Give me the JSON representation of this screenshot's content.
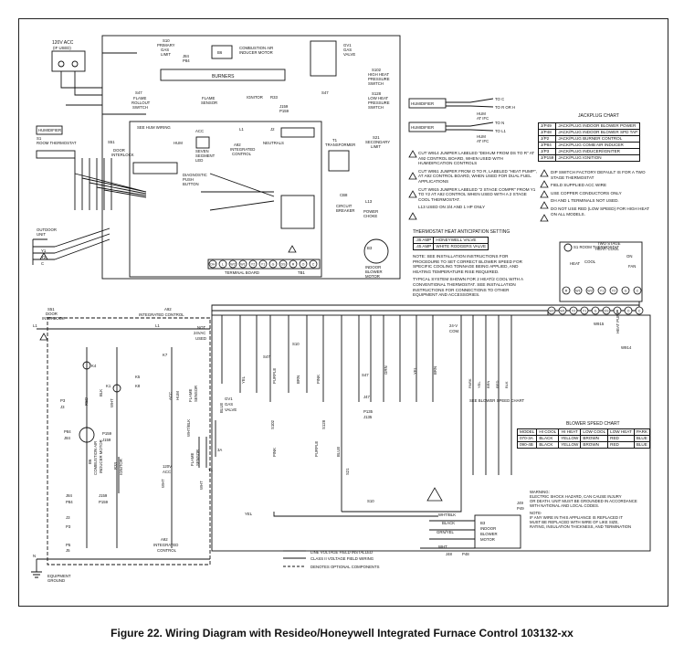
{
  "caption": "Figure 22. Wiring Diagram with Resideo/Honeywell Integrated Furnace Control 103132-xx",
  "labels": {
    "acc120": "120V ACC",
    "ifused": "(IF USED)",
    "s10": "S10",
    "s10b": "PRIMARY",
    "s10c": "GAS",
    "s10d": "LIMIT",
    "j84p84": "J84",
    "p84": "P84",
    "b6": "B6",
    "b6label": "COMBUSTION AIR",
    "b6label2": "INDUCER MOTOR",
    "burners": "BURNERS",
    "s47": "S47",
    "flamerollout": "FLAME",
    "flamerollout2": "ROLLOUT",
    "flamerollout3": "SWITCH",
    "flamesensor": "FLAME",
    "flamesensor2": "SENSOR",
    "ignitor": "IGNITOR",
    "r33": "R33",
    "gv1": "GV1",
    "gv1b": "GAS",
    "gv1c": "VALVE",
    "s102": "S102",
    "s102b": "HIGH HEAT",
    "s102c": "PRESSURE",
    "s102d": "SWITCH",
    "s128": "S128",
    "s128b": "LOW HEAT",
    "s128c": "PRESSURE",
    "s128d": "SWITCH",
    "j159": "J159",
    "p159": "P159",
    "humidifier": "HUMIDIFIER",
    "seehum": "SEE HUM WIRING",
    "s51": "S51",
    "doorinterlock": "DOOR",
    "doorinterlock2": "INTERLOCK",
    "hum": "HUM",
    "acc": "ACC",
    "sevenseg": "SEVEN",
    "sevenseg2": "SEGMENT",
    "sevenseg3": "LED",
    "a92": "A92",
    "integrated": "INTEGRATED",
    "control": "CONTROL",
    "l1": "L1",
    "j2": "J2",
    "neutrals": "NEUTRALS",
    "diag": "DIAGNOSTIC",
    "diag2": "PUSH",
    "diag3": "BUTTON",
    "t1": "T1",
    "transformer": "TRANSFORMER",
    "s21": "S21",
    "secondary": "SECONDARY",
    "limit": "LIMIT",
    "cb8": "CB8",
    "circuit": "CIRCUIT",
    "breaker": "BREAKER",
    "l13": "L13",
    "powerchoke": "POWER",
    "powerchoke2": "CHOKE",
    "b3": "B3",
    "indoor": "INDOOR",
    "blower": "BLOWER",
    "motor": "MOTOR",
    "terminalboard": "TERMINAL BOARD",
    "tb1": "TB1",
    "s1": "S1",
    "roomthermo": "ROOM THERMOSTAT",
    "outdoorunit": "OUTDOOR",
    "outdoorunit2": "UNIT",
    "toc": "TO C",
    "torw": "TO R OR H",
    "humatifc": "HUM",
    "humatifc2": "AT IFC",
    "ton": "TO N",
    "tol1": "TO L1",
    "humatifc3": "HUM",
    "humatifc4": "AT IFC",
    "twostage": "TWO STAGE",
    "heatcool": "HEAT/ COOL",
    "s1room": "S1  ROOM THERMOSTAT",
    "w915": "W915",
    "w914": "W914",
    "heatpump": "HEAT PUMP",
    "notdrvac": "NOT",
    "notdrvac2": "24VAC",
    "notdrvac3": "USED",
    "com24v": "24-V",
    "com24v2": "COM.",
    "seeblower": "SEE BLOWER SPEED CHART",
    "equipground": "EQUIPMENT",
    "equipground2": "GROUND",
    "legend1": "LINE VOLTAGE FIELD INSTALLED",
    "legend2": "CLASS II VOLTAGE FIELD WIRING",
    "legend3": "DENOTES OPTIONAL COMPONENTS",
    "warning": "WARNING:",
    "warning2": "ELECTRIC SHOCK HAZARD, CAN CAUSE INJURY",
    "warning3": "OR DEATH. UNIT MUST BE GROUNDED IN ACCORDANCE",
    "warning4": "WITH NATIONAL AND LOCAL CODES.",
    "note": "NOTE-",
    "note2": "IF ANY WIRE IN THIS APPLIANCE IS REPLACED IT",
    "note3": "MUST BE REPLACED WITH WIRE OF LIKE SIZE,",
    "note4": "RATING, INSULATION THICKNESS, AND TERMINATION",
    "lineL1": "L1",
    "lineN": "N",
    "a92b": "A92",
    "a92c": "INTEGRATED CONTROL",
    "k7": "K7",
    "k4": "K4",
    "k1": "K1",
    "k5": "K5",
    "k8": "K8",
    "p3": "P3",
    "j3": "J3",
    "p5": "P5",
    "j5": "J5",
    "p84b": "P84",
    "j84b": "J84",
    "b6b": "B6",
    "b6c": "COMBUSTION AIR",
    "b6d": "INDUCER MOTOR",
    "r33b": "R33",
    "ignitorb": "IGNITOR",
    "j159b": "J159",
    "p159b": "P159",
    "blk": "BLK",
    "red": "RED",
    "wht": "WHT",
    "gv1d": "GV1",
    "gv1e": "GAS",
    "gv1f": "VALVE",
    "s47b": "S47",
    "s10e": "S10",
    "s102e": "S102",
    "s128e": "S128",
    "s21b": "S21",
    "p135": "P135",
    "j135": "J135",
    "j47": "J47",
    "j48": "J48",
    "p48": "P48",
    "j49": "J49",
    "p49": "P49",
    "accb": "ACC",
    "humb": "HUM",
    "vac120": "120V",
    "vac120b": "ACC",
    "flamesensorb": "FLAME",
    "flamesensorc": "SENSOR",
    "amp3": "3A",
    "t1b": "T1",
    "yel": "YEL",
    "purple": "PURPLE",
    "pink": "PINK",
    "brn": "BRN",
    "blue": "BLUE",
    "grn": "GRN",
    "whtblk": "WHT/BLK",
    "black": "BLACK",
    "grnyel": "GRN/YEL",
    "b3b": "B3",
    "b3c": "INDOOR",
    "b3d": "BLOWER",
    "b3e": "MOTOR",
    "a92d": "A92",
    "a92e": "INTEGRATED",
    "a92f": "CONTROL"
  },
  "jackplug": {
    "title": "JACKPLUG CHART",
    "rows": [
      [
        "J/P49",
        "JACK/PLUG INDOOR BLOWER POWER"
      ],
      [
        "J/P48",
        "JACK/PLUG INDOOR BLOWER SPD TAP"
      ],
      [
        "J/P2",
        "JACK/PLUG BURNER CONTROL"
      ],
      [
        "J/P84",
        "JACK/PLUG COMB AIR INDUCER"
      ],
      [
        "J/P3",
        "JACK/PLUG INDUCER/IGNITER"
      ],
      [
        "J/P159",
        "JACK/PLUG IGNITION"
      ]
    ]
  },
  "anticipation": {
    "title": "THERMOSTAT HEAT ANTICIPATION SETTING",
    "rows": [
      [
        ".35 AMP",
        "HONEYWELL VALVE"
      ],
      [
        ".45 AMP",
        "WHITE RODGERS VALVE"
      ]
    ]
  },
  "blowerchart": {
    "title": "BLOWER SPEED CHART",
    "headers": [
      "MODEL",
      "HI COOL",
      "HI HEAT",
      "LOW COOL",
      "LOW HEAT",
      "PARK"
    ],
    "rows": [
      [
        "070-3A",
        "BLACK",
        "YELLOW",
        "BROWN",
        "RED",
        "BLUE"
      ],
      [
        "090-4B",
        "BLACK",
        "YELLOW",
        "BROWN",
        "RED",
        "BLUE"
      ]
    ]
  },
  "notes_mid": [
    "CUT W914 JUMPER LABELED \"DEHUM FROM DS TO R\" AT A92 CONTROL BOARD, WHEN USED WITH HUMIDIFICATION CONTROLS",
    "CUT W951 JUMPER FROM O TO R, LABELED \"HEAT PUMP\", AT A92 CONTROL BOARD, WHEN USED FOR DUAL FUEL APPLICATIONS",
    "CUT W915 JUMPER LABELED \"2 STAGE COMPR\" FROM Y1 TO Y2 AT A92 CONTROL WHEN USED WITH A 2 STAGE COOL THERMOSTAT.",
    "L13 USED ON 3/4 AND 1 HP ONLY"
  ],
  "notes_lower": [
    "NOTE: SEE INSTALLATION INSTRUCTIONS FOR PROCEDURE TO SET CORRECT BLOWER SPEED FOR SPECIFIC COOLING TONNAGE BEING APPLIED, AND HEATING TEMPERATURE RISE REQUIRED.",
    "TYPICAL SYSTEM SHOWN FOR 2 HEAT/2 COOL WITH A CONVENTIONAL THERMOSTAT. SEE INSTALLATION INSTRUCTIONS FOR CONNECTIONS TO OTHER EQUIPMENT AND ACCESSORIES."
  ],
  "notes_right": [
    "DIP SWITCH FACTORY DEFAULT IS FOR A TWO STAGE THERMOSTAT",
    "FIELD SUPPLIED ACC WIRE",
    "USE COPPER CONDUCTORS ONLY",
    "DH AND L TERMINALS NOT USED.",
    "DO NOT USE RED (LOW SPEED) FOR HIGH HEAT ON ALL MODELS."
  ],
  "thermo_terms": [
    "R",
    "W1",
    "W2",
    "Y1",
    "Y2",
    "G",
    "C"
  ],
  "thermo_sw": [
    "HEAT",
    "COOL",
    "ON",
    "FAN"
  ],
  "tb_terms": [
    "DH",
    "L",
    "W2",
    "W1",
    "Y2",
    "Y1",
    "G",
    "DS",
    "R",
    "O",
    "C"
  ],
  "bottom_terms": [
    "W2",
    "W1",
    "Y2",
    "Y1",
    "G",
    "DS",
    "R",
    "O",
    "C"
  ],
  "wire_colors": [
    "PARK",
    "YEL",
    "BRN",
    "RED",
    "BLK"
  ],
  "outdoor_terms": [
    "Y1",
    "Y2",
    "C"
  ]
}
